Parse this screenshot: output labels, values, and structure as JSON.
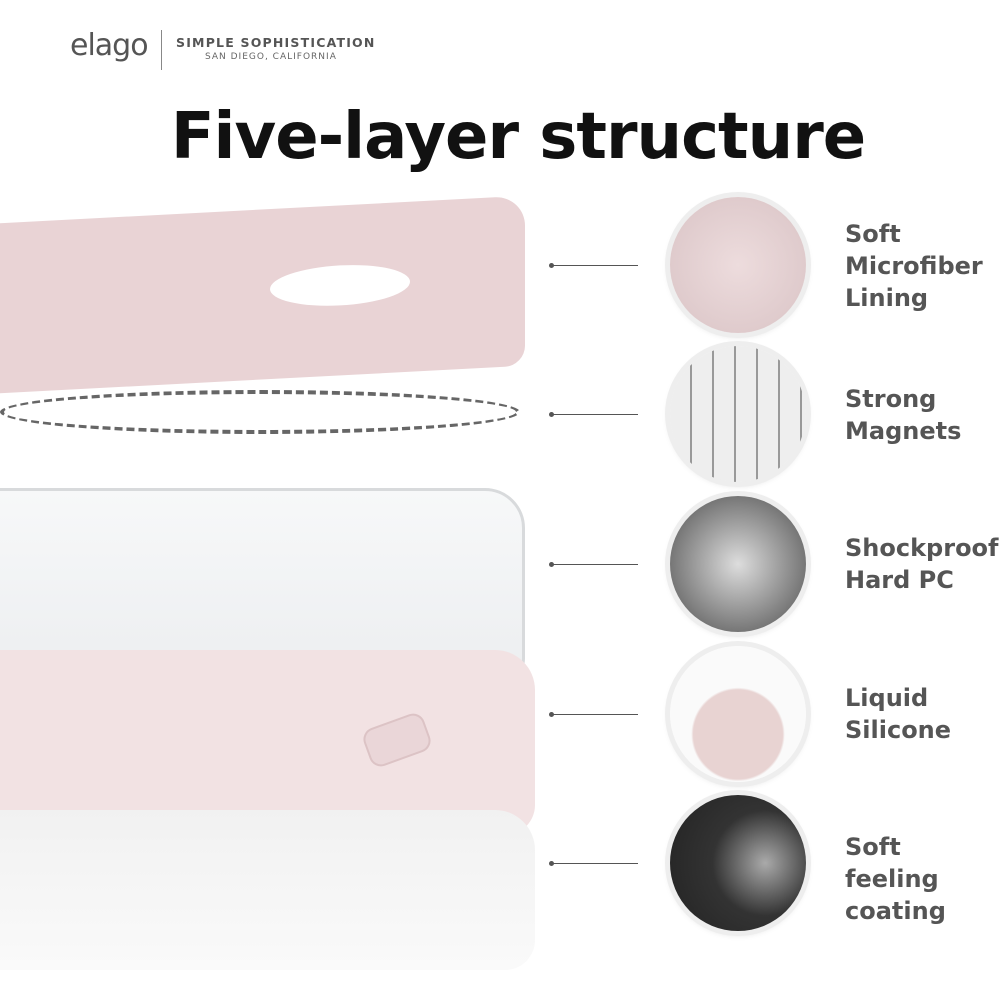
{
  "header": {
    "logo": "elago",
    "tagline": "SIMPLE SOPHISTICATION",
    "location": "SAN DIEGO, CALIFORNIA"
  },
  "title": "Five-layer structure",
  "layers": [
    {
      "line1": "Soft",
      "line2": "Microfiber",
      "line3": "Lining",
      "color": "#e4cfd1"
    },
    {
      "line1": "Strong",
      "line2": "Magnets",
      "color": "#cfcfcf"
    },
    {
      "line1": "Shockproof",
      "line2": "Hard PC",
      "color": "#8a8a8a"
    },
    {
      "line1": "Liquid",
      "line2": "Silicone",
      "color": "#efdcdc"
    },
    {
      "line1": "Soft feeling",
      "line2": "coating",
      "color": "#3a3a3a"
    }
  ]
}
